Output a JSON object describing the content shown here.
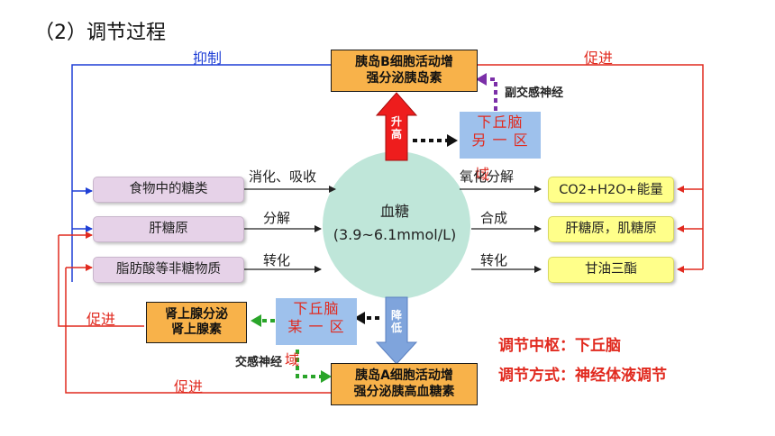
{
  "heading": "（2）调节过程",
  "center": {
    "line1": "血糖",
    "line2": "(3.9~6.1mmol/L)"
  },
  "top_box": {
    "line1": "胰岛B细胞活动增",
    "line2": "强分泌胰岛素"
  },
  "bottom_box": {
    "line1": "胰岛A细胞活动增",
    "line2": "强分泌胰高血糖素"
  },
  "adrenal_box": {
    "line1": "肾上腺分泌",
    "line2": "肾上腺素"
  },
  "hypo_other": {
    "line1": "下丘脑",
    "line2": "另 一 区",
    "line3": "域"
  },
  "hypo_some": {
    "line1": "下丘脑",
    "line2": "某 一 区",
    "line3": "域"
  },
  "sources": [
    "食物中的糖类",
    "肝糖原",
    "脂肪酸等非糖物质"
  ],
  "sinks": [
    "CO2+H2O+能量",
    "肝糖原，肌糖原",
    "甘油三酯"
  ],
  "in_labels": [
    "消化、吸收",
    "分解",
    "转化"
  ],
  "out_labels": [
    "氧化分解",
    "合成",
    "转化"
  ],
  "arrow_up": {
    "c1": "升",
    "c2": "高"
  },
  "arrow_down": {
    "c1": "降",
    "c2": "低"
  },
  "nerve_para": "副交感神经",
  "nerve_symp": "交感神经",
  "inhibit": "抑制",
  "promote_top": "促进",
  "promote_left": "促进",
  "promote_bottom": "促进",
  "summary1": "调节中枢：下丘脑",
  "summary2": "调节方式：神经体液调节",
  "colors": {
    "red": "#e12a1f",
    "blue": "#1f3fd6",
    "orange": "#f8b24a",
    "circle": "#bfe6d9",
    "green_dots": "#2aa52a",
    "purple_dots": "#7b2fa8"
  }
}
